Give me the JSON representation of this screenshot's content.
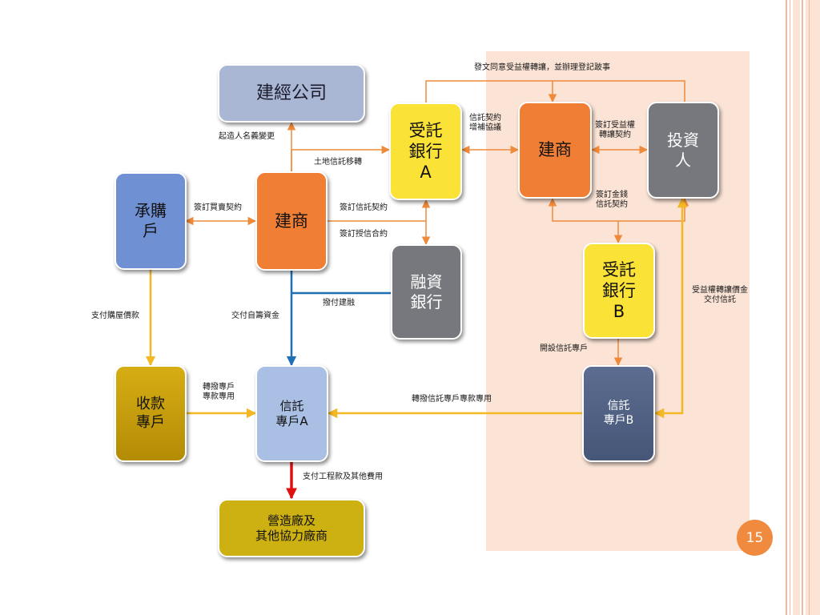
{
  "nodes": {
    "jianjing_company": "建經公司",
    "buyer": "承購\n戶",
    "builder_left": "建商",
    "trust_bank_a": "受託\n銀行\nA",
    "builder_right": "建商",
    "investor": "投資\n人",
    "financing_bank": "融資\n銀行",
    "trust_bank_b": "受託\n銀行\nB",
    "collection_account": "收款\n專戶",
    "trust_account_a": "信託\n專戶A",
    "trust_account_b": "信託\n專戶B",
    "contractors": "營造廠及\n其他協力廠商"
  },
  "labels": {
    "consent_transfer": "發文同意受益權轉讓，並辦理登記跛事",
    "builder_name_change": "起造人名義變更",
    "land_trust_transfer": "土地信託移轉",
    "trust_contract_supplement": "信託契約\n增補協議",
    "sign_beneficiary_transfer": "簽訂受益權\n轉讓契約",
    "sign_sales_contract": "簽訂買賣契約",
    "sign_trust_contract": "簽訂信託契約",
    "sign_credit_contract": "簽訂授信合約",
    "sign_money_trust": "簽訂金錢\n信託契約",
    "pay_house_price": "支付購屋價款",
    "pay_self_funds": "交付自籌資金",
    "disburse_financing": "撥付建融",
    "beneficiary_transfer_price": "受益權轉讓價金\n交付信託",
    "open_trust_account": "開設信託專戶",
    "transfer_special_use": "轉撥專戶\n專款專用",
    "transfer_trust_special": "轉撥信託專戶專款專用",
    "pay_construction": "支付工程款及其他費用"
  },
  "page_number": "15",
  "colors": {
    "orange_line": "#ee8a3a",
    "gold_line": "#f3b823",
    "blue_line": "#1f6fb5",
    "red_line": "#e01010",
    "panel_bg": "#fbe4d6"
  }
}
